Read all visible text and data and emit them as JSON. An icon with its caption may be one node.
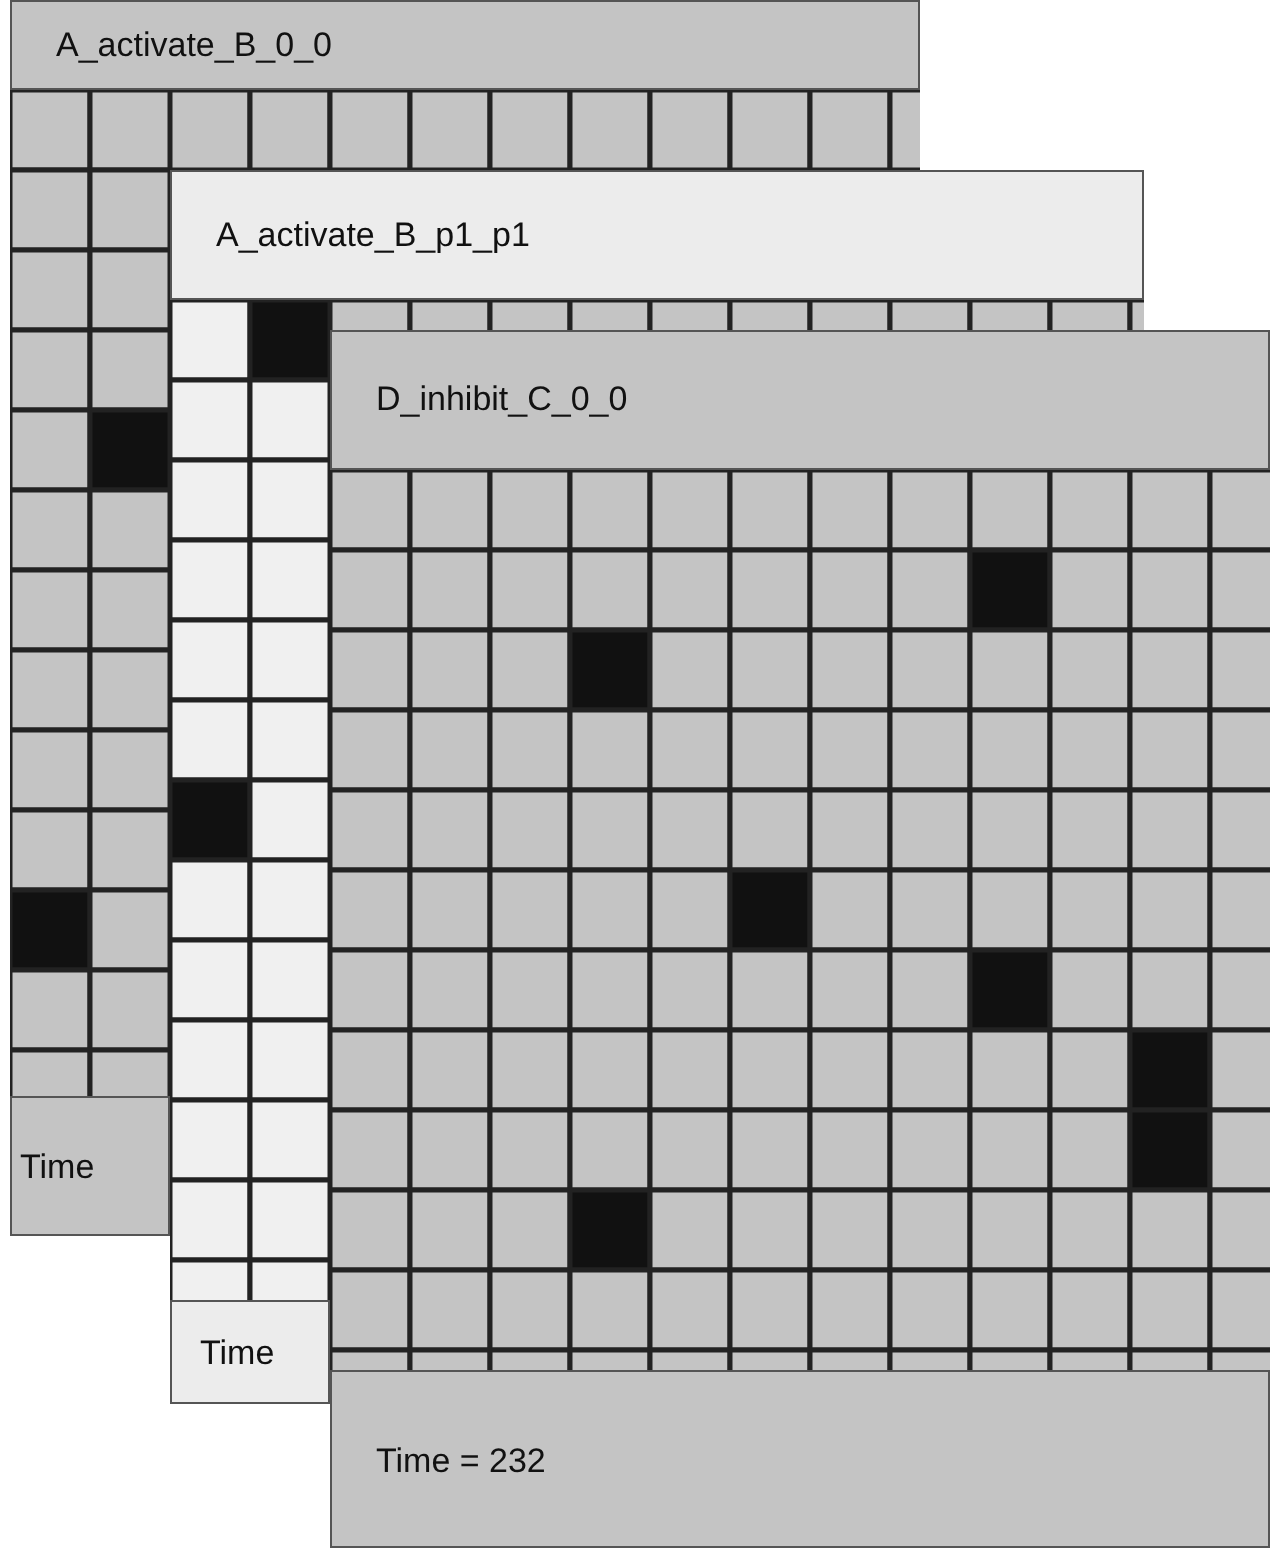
{
  "diagram": {
    "nodes": [
      {
        "text": [
          "A_activate_B_0_0"
        ]
      },
      {
        "text": [
          "A_activate_B_p1_p1"
        ]
      },
      {
        "text": [
          "D_inhibit_C_0_0"
        ]
      }
    ],
    "labels": [
      "Time",
      "Time",
      "Time = 232"
    ]
  }
}
